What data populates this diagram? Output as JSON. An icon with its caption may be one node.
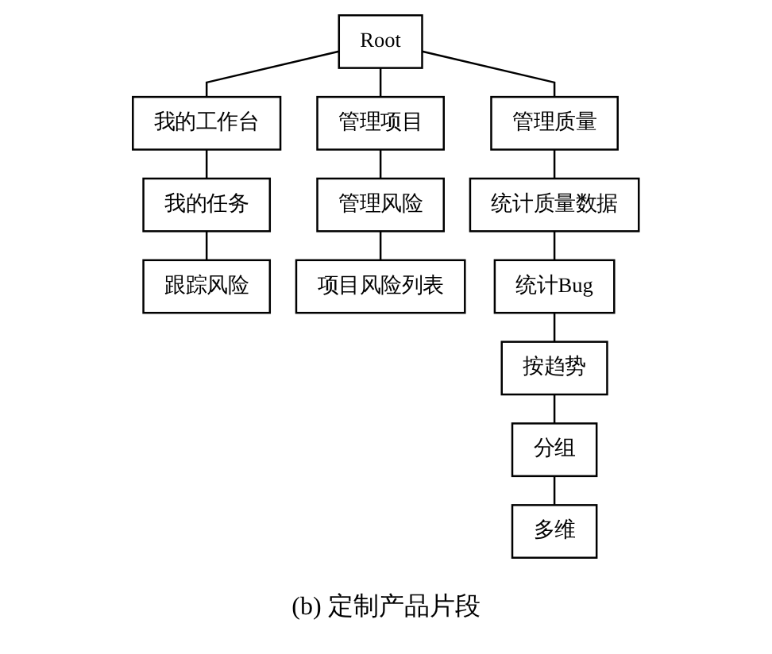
{
  "diagram": {
    "caption": "(b) 定制产品片段",
    "nodes": [
      {
        "text": [
          "Root"
        ]
      },
      {
        "text": [
          "我的工作台"
        ]
      },
      {
        "text": [
          "管理项目"
        ]
      },
      {
        "text": [
          "管理质量"
        ]
      },
      {
        "text": [
          "我的任务"
        ]
      },
      {
        "text": [
          "管理风险"
        ]
      },
      {
        "text": [
          "统计质量数据"
        ]
      },
      {
        "text": [
          "跟踪风险"
        ]
      },
      {
        "text": [
          "项目风险列表"
        ]
      },
      {
        "text": [
          "统计Bug"
        ]
      },
      {
        "text": [
          "按趋势"
        ]
      },
      {
        "text": [
          "分组"
        ]
      },
      {
        "text": [
          "多维"
        ]
      }
    ],
    "edges": [
      {
        "from": 0,
        "to": 1,
        "arrow": "none"
      },
      {
        "from": 0,
        "to": 2,
        "arrow": "none"
      },
      {
        "from": 0,
        "to": 3,
        "arrow": "none"
      },
      {
        "from": 1,
        "to": 4,
        "arrow": "none"
      },
      {
        "from": 2,
        "to": 5,
        "arrow": "none"
      },
      {
        "from": 3,
        "to": 6,
        "arrow": "none"
      },
      {
        "from": 4,
        "to": 7,
        "arrow": "none"
      },
      {
        "from": 5,
        "to": 8,
        "arrow": "none"
      },
      {
        "from": 6,
        "to": 9,
        "arrow": "none"
      },
      {
        "from": 9,
        "to": 10,
        "arrow": "none"
      },
      {
        "from": 10,
        "to": 11,
        "arrow": "none"
      },
      {
        "from": 11,
        "to": 12,
        "arrow": "none"
      }
    ]
  }
}
